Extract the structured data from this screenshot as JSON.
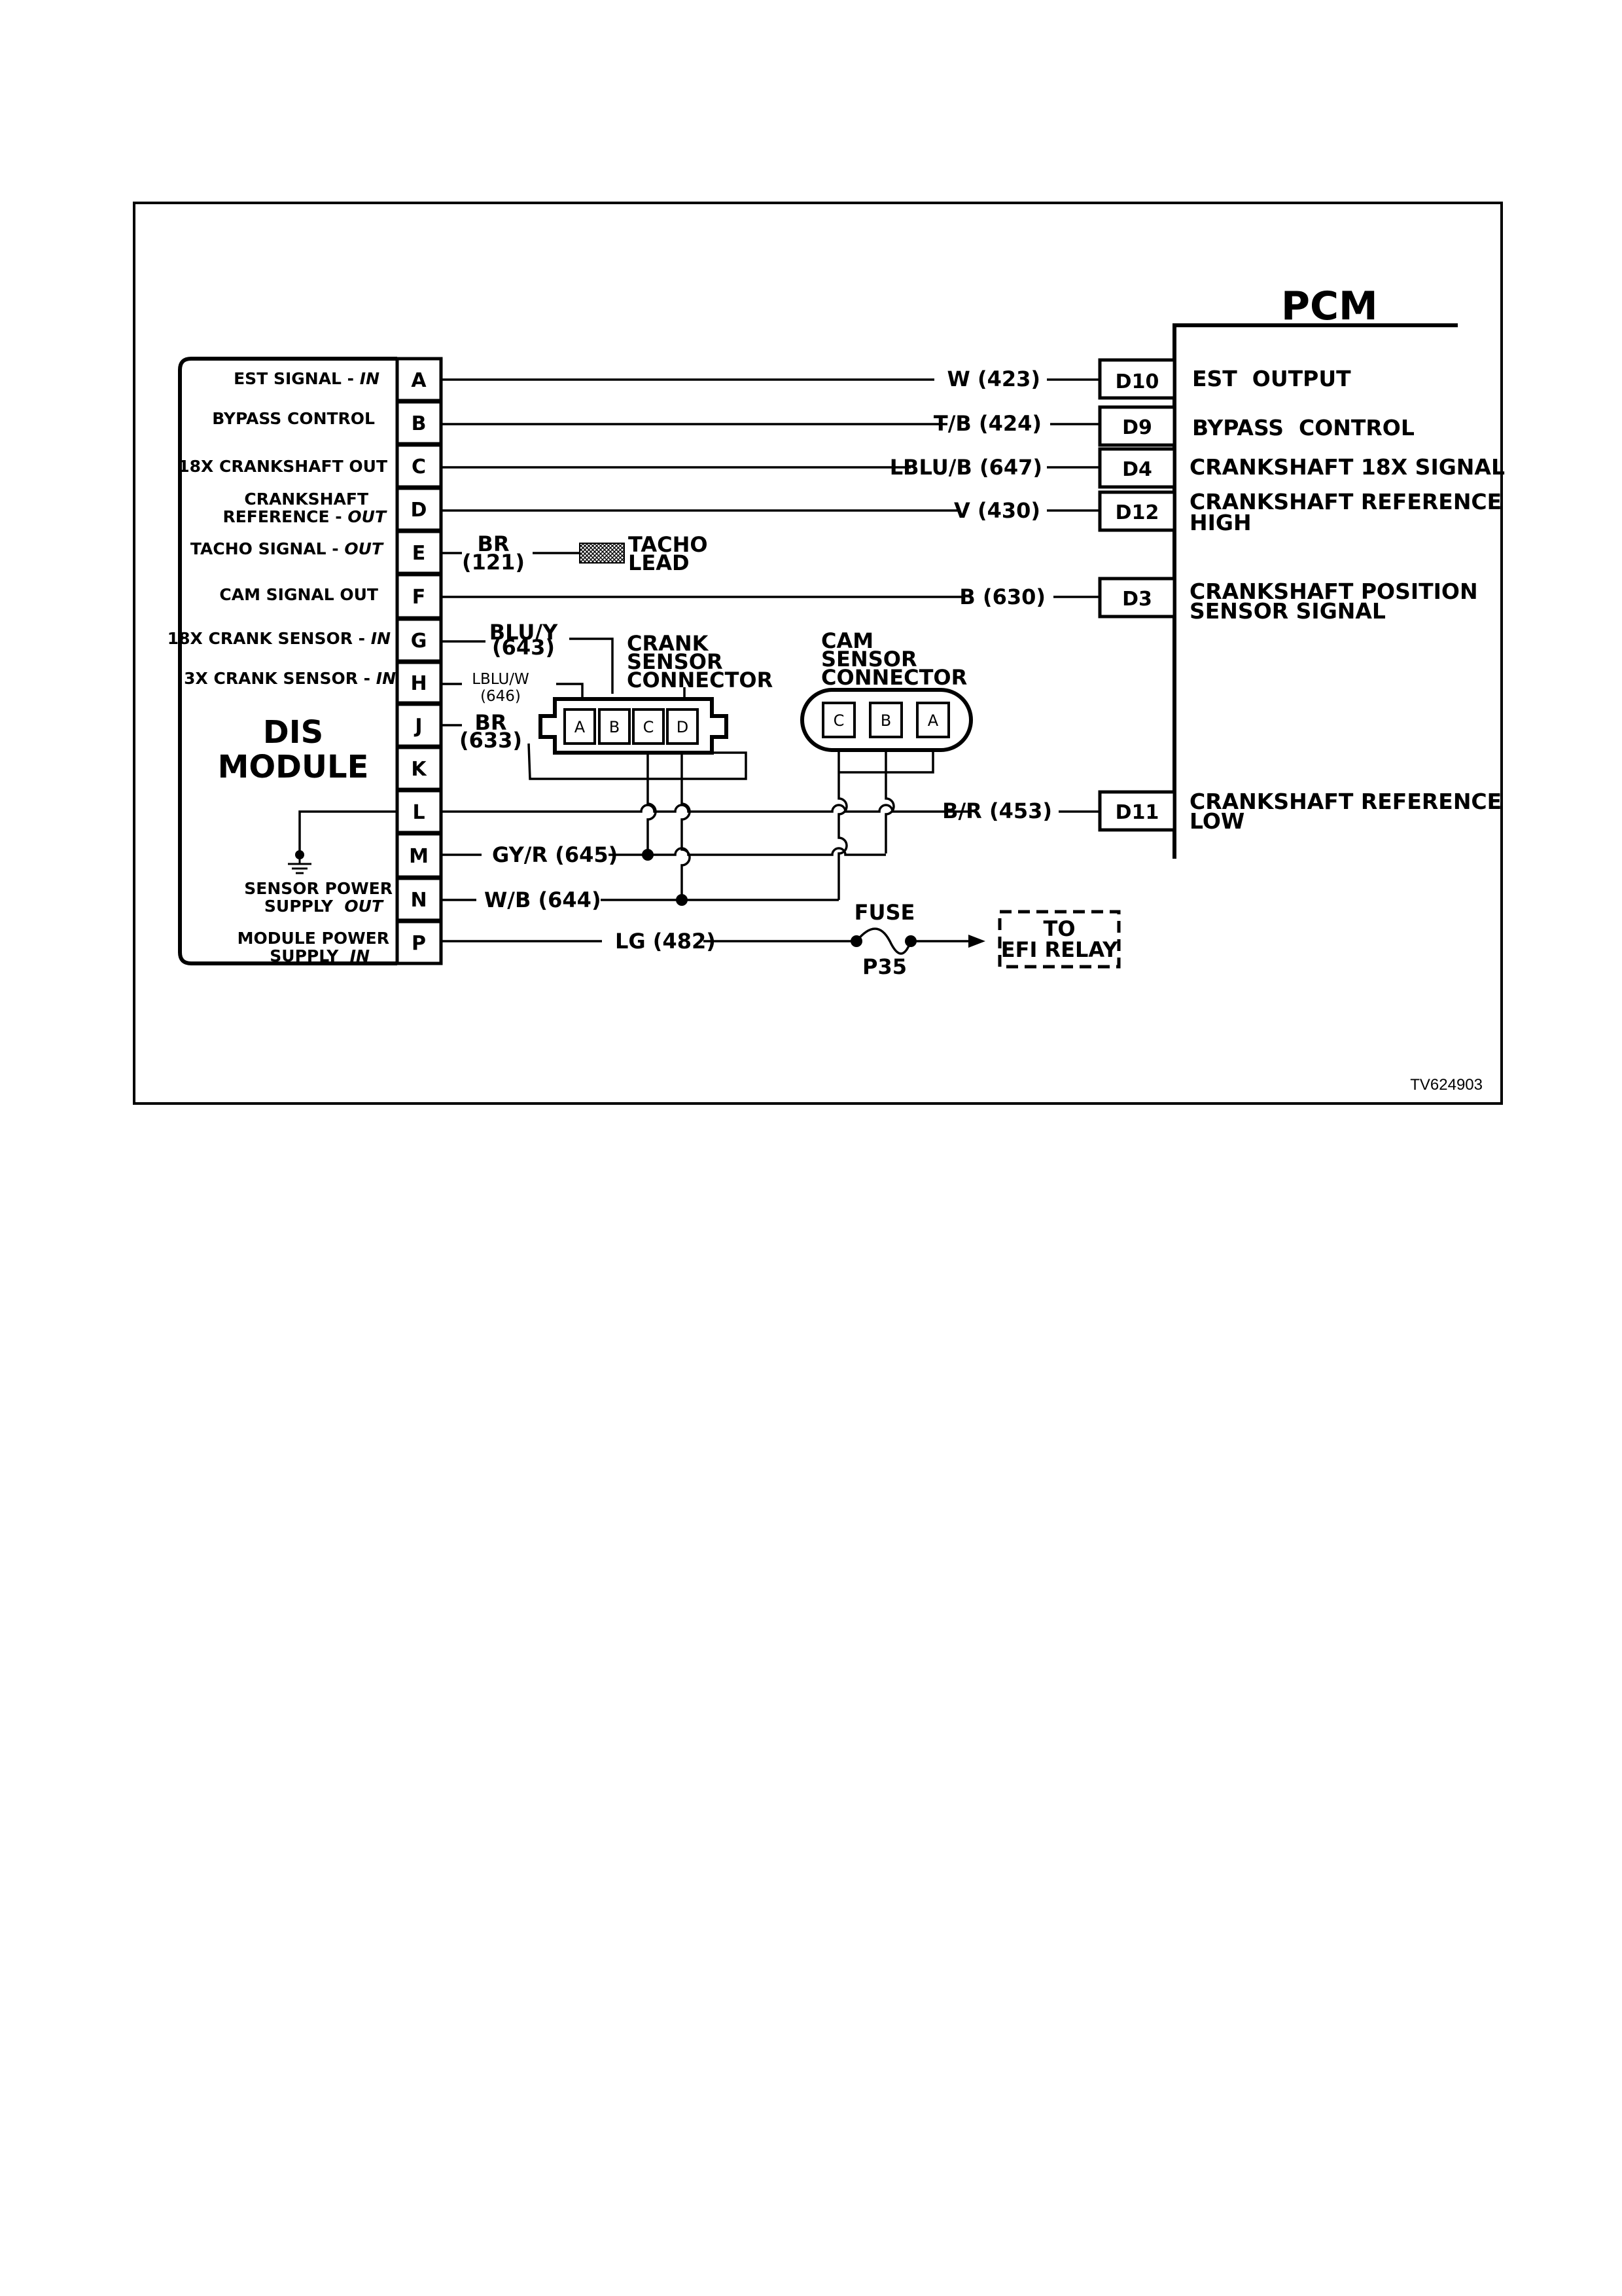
{
  "pcm": {
    "title": "PCM",
    "pins": [
      {
        "id": "D10",
        "label": "EST  OUTPUT"
      },
      {
        "id": "D9",
        "label": "BYPASS  CONTROL"
      },
      {
        "id": "D4",
        "label": "CRANKSHAFT 18X SIGNAL"
      },
      {
        "id": "D12",
        "label_lines": [
          "CRANKSHAFT REFERENCE",
          "HIGH"
        ]
      },
      {
        "id": "D3",
        "label_lines": [
          "CRANKSHAFT POSITION",
          "SENSOR SIGNAL"
        ]
      },
      {
        "id": "D11",
        "label_lines": [
          "CRANKSHAFT REFERENCE",
          "LOW"
        ]
      }
    ]
  },
  "dis": {
    "title_lines": [
      "DIS",
      "MODULE"
    ],
    "pins": [
      "A",
      "B",
      "C",
      "D",
      "E",
      "F",
      "G",
      "H",
      "J",
      "K",
      "L",
      "M",
      "N",
      "P"
    ],
    "labels": {
      "A": {
        "text": "EST SIGNAL - ",
        "italic": "IN"
      },
      "B": {
        "text": "BYPASS CONTROL"
      },
      "C": {
        "text": "18X CRANKSHAFT OUT"
      },
      "D_1": "CRANKSHAFT",
      "D_2": {
        "text": "REFERENCE - ",
        "italic": "OUT"
      },
      "E": {
        "text": "TACHO SIGNAL - ",
        "italic": "OUT"
      },
      "F": {
        "text": "CAM SIGNAL OUT"
      },
      "G": {
        "text": "18X CRANK SENSOR - ",
        "italic": "IN"
      },
      "H": {
        "text": "3X CRANK SENSOR - ",
        "italic": "IN"
      },
      "N_1": "SENSOR POWER",
      "N_2": {
        "text": "SUPPLY  ",
        "italic": "OUT"
      },
      "P_1": "MODULE POWER",
      "P_2": {
        "text": "SUPPLY  ",
        "italic": "IN"
      }
    }
  },
  "wires": {
    "A": "W (423)",
    "B": "T/B (424)",
    "C": "LBLU/B (647)",
    "D": "V (430)",
    "E_1": "BR",
    "E_2": "(121)",
    "F": "B (630)",
    "G_1": "BLU/Y",
    "G_2": "(643)",
    "H_1": "LBLU/W",
    "H_2": "(646)",
    "J_1": "BR",
    "J_2": "(633)",
    "L": "B/R (453)",
    "M": "GY/R (645)",
    "N": "W/B (644)",
    "P": "LG (482)"
  },
  "tacho": {
    "lines": [
      "TACHO",
      "LEAD"
    ]
  },
  "crank_connector": {
    "title_lines": [
      "CRANK",
      "SENSOR",
      "CONNECTOR"
    ],
    "pins": [
      "A",
      "B",
      "C",
      "D"
    ]
  },
  "cam_connector": {
    "title_lines": [
      "CAM",
      "SENSOR",
      "CONNECTOR"
    ],
    "pins": [
      "C",
      "B",
      "A"
    ]
  },
  "fuse": {
    "label": "FUSE",
    "id": "P35"
  },
  "relay": {
    "lines": [
      "TO",
      "EFI RELAY"
    ]
  },
  "figure_code": "TV624903"
}
